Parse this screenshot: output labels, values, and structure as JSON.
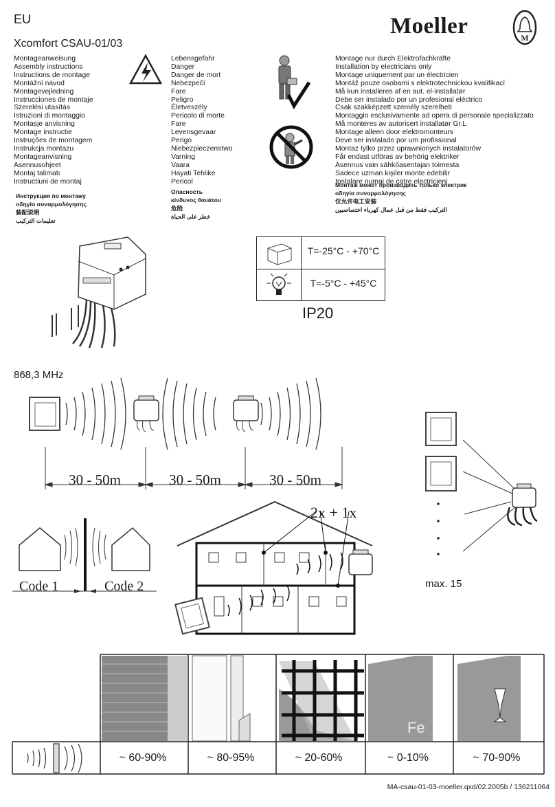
{
  "header": {
    "region": "EU",
    "brand": "Moeller",
    "product": "Xcomfort CSAU-01/03"
  },
  "instructions_labels": [
    "Montageanweisung",
    "Assembly instructions",
    "Instructions de montage",
    "Montážní návod",
    "Montagevejledning",
    "Instrucciones de montaje",
    "Szerelési utasítás",
    "Istruzioni di montaggio",
    "Montasje anvisning",
    "Montage instructie",
    "Instruções de montagem",
    "Instrukcja montazu",
    "Montageanvisning",
    "Asennusohjeet",
    "Montaj talimatı",
    "Instructiuni de montaj"
  ],
  "instructions_labels_extra": [
    "Инструкция по монтажу",
    "οδηγία συναρμολόγησης",
    "装配说明",
    "تعليمات التركيب"
  ],
  "danger_labels": [
    "Lebensgefahr",
    "Danger",
    "Danger de mort",
    "Nebezpečí",
    "Fare",
    "Peligro",
    "Életveszély",
    "Pericolo di morte",
    "Fare",
    "Levensgevaar",
    "Perigo",
    "Niebezpieczenstwo",
    "Varning",
    "Vaara",
    "Hayati Tehlike",
    "Pericol"
  ],
  "danger_labels_extra": [
    "Опасность",
    "κίνδυνος θανάτου",
    "危险",
    "خطر على الحياة"
  ],
  "installer_labels": [
    "Montage nur durch Elektrofachkräfte",
    "Installation by electricians only",
    "Montage uniquement par un électricien",
    "Montáž pouze osobami s elektrotechnickou kvalifikací",
    "Må kun installeres af en aut. el-installatør",
    "Debe ser instalado por un profesional eléctrico",
    "Csak szakképzett személy szerelheti",
    "Montaggio esclusivamente ad opera di personale specializzato",
    "Må monteres av autorisert installatør Gr.L",
    "Montage alleen door elektromonteurs",
    "Deve ser instalado por um profissional",
    "Montaz tylko przez uprawnionych instalatorów",
    "Får endast utföras av behörig elektriker",
    "Asennus vain sähköasentajan toimesta",
    "Sadece uzman kişiler monte edebilir",
    "Instalare numai de catre electricieni"
  ],
  "installer_labels_extra": [
    "Монтаж может производить только электрик",
    "οδηγία συναρμολόγησης",
    "仅允许电工安装",
    "التركيب فقط من قبل عمال كهرباء اختصاصيين"
  ],
  "specs": {
    "temp_storage": "T=-25°C - +70°C",
    "temp_operation": "T=-5°C - +45°C",
    "ip_rating": "IP20",
    "frequency": "868,3 MHz"
  },
  "range": {
    "distances": [
      "30 - 50m",
      "30 - 50m",
      "30 - 50m"
    ]
  },
  "codes": {
    "left": "Code 1",
    "right": "Code 2"
  },
  "building": {
    "label": "2x + 1x"
  },
  "max_label": "max. 15",
  "materials": [
    {
      "name": "brick-wall",
      "value": "~ 60-90%"
    },
    {
      "name": "plasterboard",
      "value": "~ 80-95%"
    },
    {
      "name": "reinforced-concrete",
      "value": "~ 20-60%"
    },
    {
      "name": "metal",
      "value": "~ 0-10%",
      "symbol": "Fe"
    },
    {
      "name": "glass",
      "value": "~ 70-90%"
    }
  ],
  "footer": "MA-csau-01-03-moeller.qxd/02.2005b / 136211064"
}
